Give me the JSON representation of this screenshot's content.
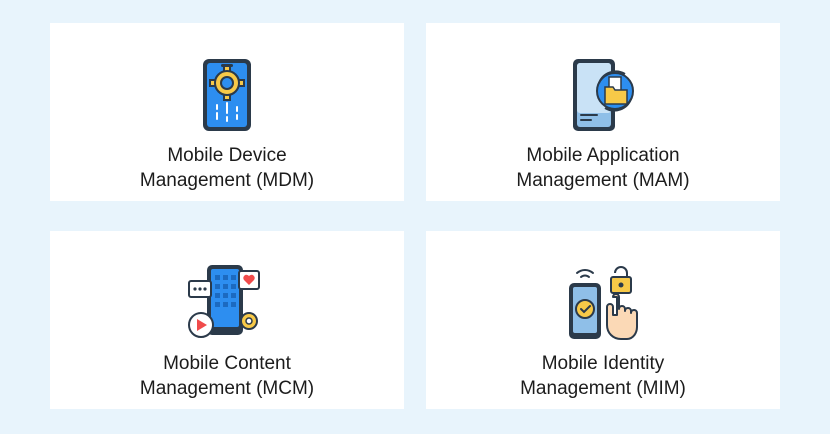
{
  "cards": [
    {
      "id": "mdm",
      "line1": "Mobile Device",
      "line2": "Management (MDM)",
      "icon": "phone-gear-icon"
    },
    {
      "id": "mam",
      "line1": "Mobile Application",
      "line2": "Management (MAM)",
      "icon": "phone-folder-sync-icon"
    },
    {
      "id": "mcm",
      "line1": "Mobile Content",
      "line2": "Management (MCM)",
      "icon": "phone-content-icon"
    },
    {
      "id": "mim",
      "line1": "Mobile Identity",
      "line2": "Management (MIM)",
      "icon": "phone-fingerprint-lock-icon"
    }
  ],
  "colors": {
    "background": "#e8f4fc",
    "card": "#ffffff",
    "text": "#1c1c1c",
    "blue": "#2d8ef0",
    "dark": "#2b3a4a",
    "yellow": "#f7c948",
    "red": "#f04b4b"
  }
}
